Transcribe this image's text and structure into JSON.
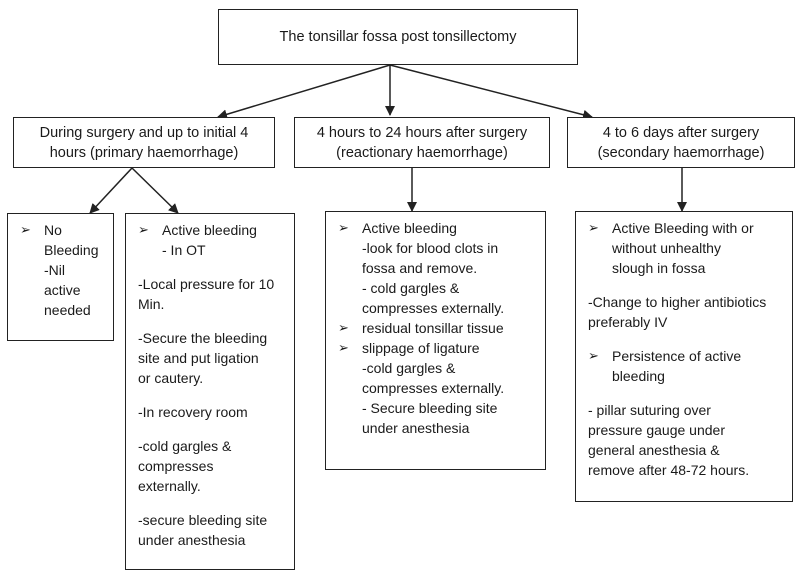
{
  "root": {
    "text": "The tonsillar fossa post tonsillectomy"
  },
  "categories": [
    {
      "line1": "During surgery and up to initial 4",
      "line2": "hours (primary haemorrhage)"
    },
    {
      "line1": "4 hours to 24 hours after surgery",
      "line2": "(reactionary haemorrhage)"
    },
    {
      "line1": "4 to 6 days after surgery",
      "line2": "(secondary haemorrhage)"
    }
  ],
  "bullet_glyph": "➢",
  "boxes": {
    "no_bleeding": {
      "bullet1": "No\nBleeding\n-Nil\nactive\nneeded"
    },
    "primary_active": {
      "bullet1": "Active bleeding\n   - In OT",
      "p1": "-Local pressure for 10\nMin.",
      "p2": "-Secure the bleeding\nsite and put ligation\nor cautery.",
      "p3": "-In recovery room",
      "p4": "-cold gargles &\ncompresses\nexternally.",
      "p5": "-secure bleeding site\nunder anesthesia"
    },
    "reactionary": {
      "bullet1": "Active bleeding\n -look for blood clots in\nfossa and remove.\n- cold gargles &\ncompresses externally.",
      "bullet2": "residual tonsillar tissue",
      "bullet3": "slippage of ligature\n-cold gargles &\ncompresses externally.\n- Secure bleeding site\nunder anesthesia"
    },
    "secondary": {
      "bullet1": "Active Bleeding with or\nwithout unhealthy\nslough in fossa",
      "p1": "-Change to higher antibiotics\npreferably IV",
      "bullet2": "Persistence of active\nbleeding",
      "p2": "- pillar suturing over\npressure gauge under\ngeneral anesthesia &\nremove after 48-72 hours."
    }
  },
  "colors": {
    "line": "#222222",
    "text": "#1a1a1a"
  }
}
